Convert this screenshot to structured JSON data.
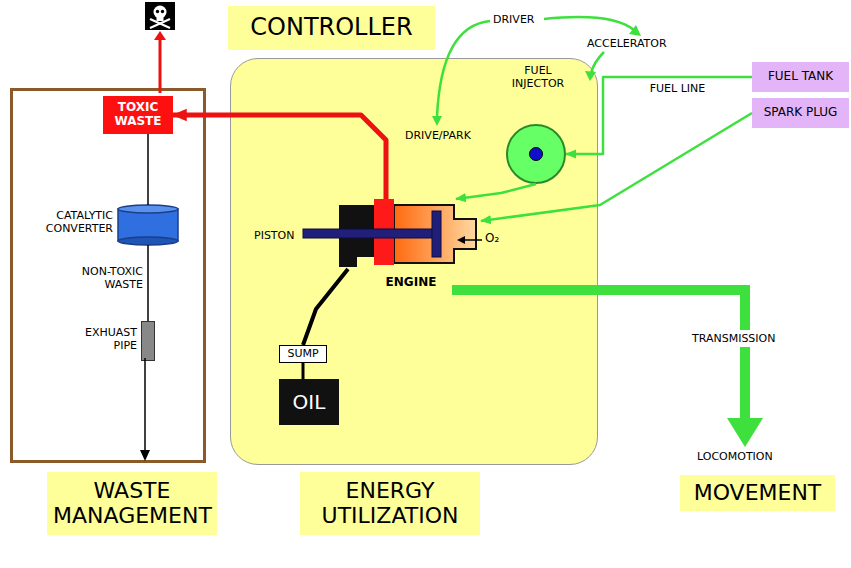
{
  "diagram": {
    "nodes": [
      {
        "text": [
          "CONTROLLER"
        ]
      },
      {
        "text": [
          "NON-TOXIC WASTE"
        ]
      },
      {
        "text": [
          "TOXIC WASTE"
        ],
        "in": 1
      },
      {
        "text": [
          "CATALYTIC CONVERTER"
        ],
        "in": 1
      },
      {
        "text": [
          "EXHUAST PIPE"
        ],
        "in": 1
      },
      {
        "text": [
          "DRIVE/PARK"
        ]
      },
      {
        "text": [
          "FUEL INJECTOR"
        ],
        "in": 5
      },
      {
        "text": [
          "ENGINE"
        ],
        "in": 5
      },
      {
        "text": [
          "SUMP"
        ],
        "in": 5
      },
      {
        "text": [
          "OIL"
        ],
        "in": 5
      },
      {
        "text": [
          "FUEL TANK"
        ]
      },
      {
        "text": [
          "SPARK PLUG"
        ]
      },
      {
        "text": [
          "WASTE MANAGEMENT"
        ]
      },
      {
        "text": [
          "ENERGY UTILIZATION"
        ]
      },
      {
        "text": [
          "MOVEMENT"
        ]
      }
    ],
    "edges": [
      {
        "from": 10,
        "to": 6,
        "arrow": "to",
        "label": "FUEL LINE"
      },
      {
        "from": 6,
        "to": 7,
        "arrow": "to"
      },
      {
        "from": 11,
        "to": 7,
        "arrow": "to"
      },
      {
        "from": 7,
        "to": 2,
        "arrow": "to"
      },
      {
        "from": 2,
        "to": 3,
        "arrow": "none"
      },
      {
        "from": 3,
        "to": 4,
        "arrow": "none"
      },
      {
        "from": 7,
        "to": 8,
        "arrow": "none"
      },
      {
        "from": 8,
        "to": 9,
        "arrow": "none"
      }
    ],
    "labels": [
      "DRIVER",
      "ACCELERATOR",
      "PISTON",
      "O₂",
      "TRANSMISSION",
      "LOCOMOTION"
    ]
  }
}
